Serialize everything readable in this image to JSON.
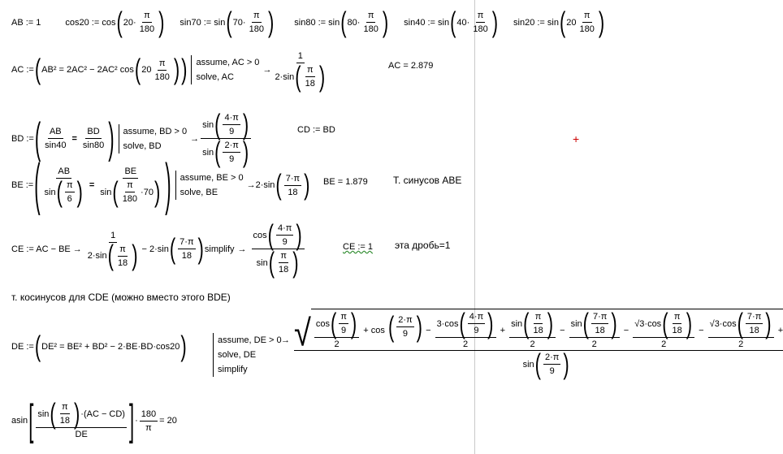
{
  "line1": {
    "ab": "AB := 1",
    "cos20_lhs": "cos20 := cos",
    "sin70_lhs": "sin70 := sin",
    "sin80_lhs": "sin80 := sin",
    "sin40_lhs": "sin40 := sin",
    "sin20_lhs": "sin20 := sin",
    "n20": "20·",
    "n70": "70·",
    "n80": "80·",
    "n40": "40·",
    "n20b": "20",
    "pi": "π",
    "d180": "180"
  },
  "ac": {
    "lhs": "AC :=",
    "eq": "AB² = 2AC² − 2AC² cos",
    "n20": "20",
    "assume": "assume, AC > 0",
    "solve": "solve, AC",
    "one": "1",
    "den": "2·sin",
    "pi": "π",
    "d18": "18",
    "result": "AC = 2.879"
  },
  "bd": {
    "lhs": "BD :=",
    "ab": "AB",
    "sin40": "sin40",
    "eq": "=",
    "bd": "BD",
    "sin80": "sin80",
    "assume": "assume, BD > 0",
    "solve": "solve, BD",
    "sin": "sin",
    "n4pi": "4·π",
    "d9": "9",
    "n2pi": "2·π",
    "cd": "CD := BD"
  },
  "be": {
    "lhs": "BE :=",
    "ab": "AB",
    "sin": "sin",
    "pi": "π",
    "d6": "6",
    "eq": "=",
    "be": "BE",
    "d180": "180",
    "m70": "·70",
    "assume": "assume, BE > 0",
    "solve": "solve, BE",
    "res_pre": "2·sin",
    "n7pi": "7·π",
    "d18": "18",
    "result": "BE = 1.879",
    "note": "Т. синусов ABE"
  },
  "ce": {
    "lhs": "CE := AC − BE",
    "one": "1",
    "den": "2·sin",
    "pi": "π",
    "d18": "18",
    "minus": "− 2·sin",
    "n7pi": "7·π",
    "simplify": "simplify",
    "cos": "cos",
    "n4pi": "4·π",
    "d9": "9",
    "sin": "sin",
    "result": "CE := 1",
    "note": "эта дробь=1"
  },
  "cos_note": "т. косинусов для CDE (можно вместо этого BDE)",
  "de": {
    "lhs": "DE :=",
    "eq": "DE² = BE² + BD² − 2·BE·BD·cos20",
    "assume": "assume, DE > 0",
    "solve": "solve, DE",
    "simplify": "simplify",
    "t1_cos": "cos",
    "pi": "π",
    "d9": "9",
    "d2": "2",
    "plus_cos": "+ cos",
    "n2pi": "2·π",
    "t3": "3·cos",
    "n4pi": "4·π",
    "sin": "sin",
    "d18": "18",
    "n7pi": "7·π",
    "sqrt3cos": "√3·cos",
    "sqrt3cos7": "√3·cos",
    "n3": "3",
    "d4": "4",
    "plus": "+",
    "minus": "−",
    "den_sin": "sin"
  },
  "asin": {
    "asin": "asin",
    "sin": "sin",
    "pi": "π",
    "d18": "18",
    "mul": "·(AC − CD)",
    "de": "DE",
    "n180": "180",
    "result": "= 20"
  }
}
